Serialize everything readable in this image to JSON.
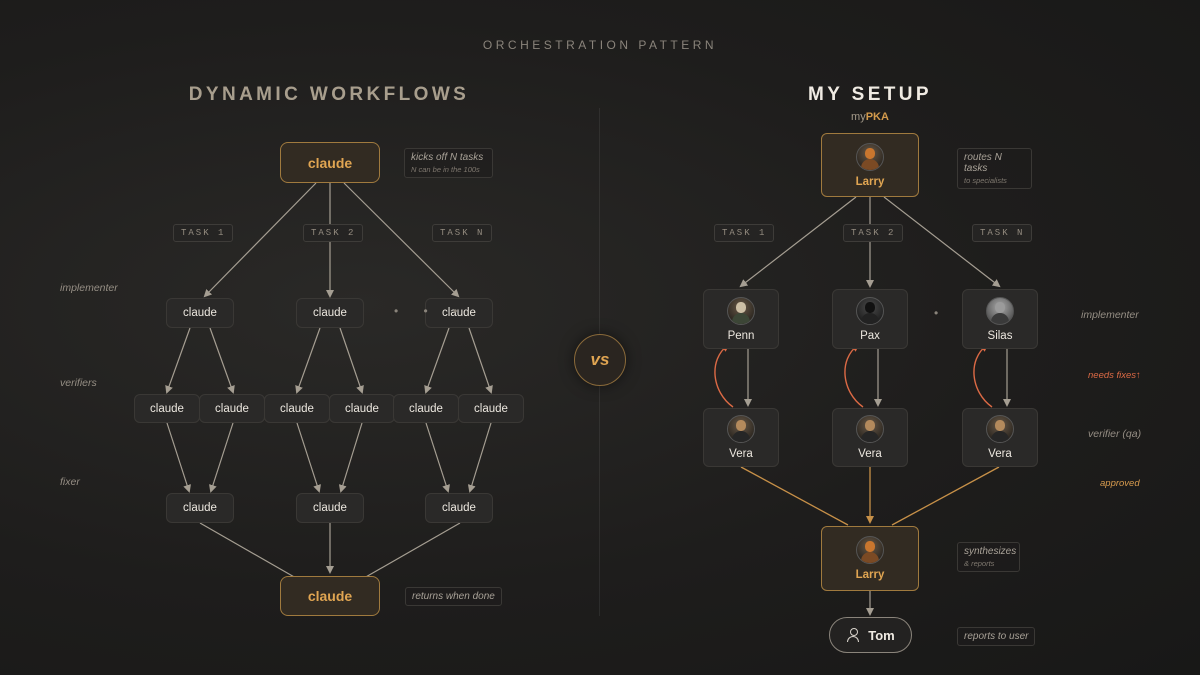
{
  "header": {
    "supertitle": "ORCHESTRATION PATTERN"
  },
  "left": {
    "title": "DYNAMIC WORKFLOWS",
    "root": "claude",
    "root_note": {
      "main": "kicks off N tasks",
      "sub": "N can be in the 100s"
    },
    "tasks": [
      "TASK 1",
      "TASK 2",
      "TASK N"
    ],
    "row_labels": {
      "implementer": "implementer",
      "verifiers": "verifiers",
      "fixer": "fixer"
    },
    "worker_label": "claude",
    "final": "claude",
    "final_note": "returns when done"
  },
  "vs": "vs",
  "right": {
    "title": "MY SETUP",
    "subtitle_prefix": "my",
    "subtitle_bold": "PKA",
    "orchestrator": "Larry",
    "orchestrator_note": {
      "main": "routes N tasks",
      "sub": "to specialists"
    },
    "tasks": [
      "TASK 1",
      "TASK 2",
      "TASK N"
    ],
    "implementers": [
      "Penn",
      "Pax",
      "Silas"
    ],
    "verifiers": [
      "Vera",
      "Vera",
      "Vera"
    ],
    "row_labels": {
      "implementer": "implementer",
      "needs_fixes": "needs fixes↑",
      "verifier": "verifier (qa)",
      "approved": "approved"
    },
    "synth": "Larry",
    "synth_note": {
      "main": "synthesizes",
      "sub": "& reports"
    },
    "user": "Tom",
    "user_note": "reports to user"
  },
  "colors": {
    "accent": "#e0a552",
    "loop": "#dc6a45",
    "wire": "#a59e92"
  },
  "icons": {
    "user": "user-icon",
    "avatars": [
      "fox-avatar",
      "owl-avatar",
      "figure-avatar",
      "elephant-avatar",
      "lynx-avatar"
    ]
  }
}
